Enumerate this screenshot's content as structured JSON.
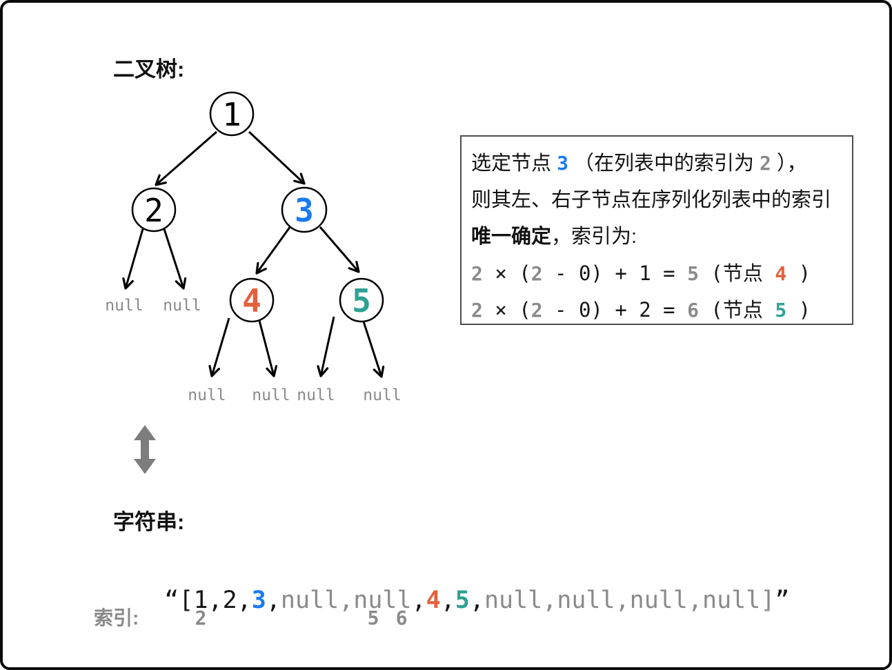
{
  "palette": {
    "node_blue": "#1a7af0",
    "node_orange": "#e2603c",
    "node_teal": "#2fa192",
    "muted_gray": "#8a8a8a",
    "arrow_gray": "#7d7d7d",
    "line_black": "#000000"
  },
  "tree": {
    "title": "二叉树:",
    "null_label": "null",
    "nodes": [
      {
        "value": "1",
        "color": "#000000"
      },
      {
        "value": "2",
        "color": "#000000"
      },
      {
        "value": "3",
        "color": "#1a7af0"
      },
      {
        "value": "4",
        "color": "#e2603c"
      },
      {
        "value": "5",
        "color": "#2fa192"
      }
    ]
  },
  "info_box": {
    "line1_pre": "选定节点 ",
    "line1_num1": "3",
    "line1_mid": " （在列表中的索引为 ",
    "line1_num2": "2",
    "line1_post": " ），",
    "line2": "则其左、右子节点在序列化列表中的索引",
    "line3_bold": "唯一确定",
    "line3_rest": "，索引为:",
    "formula1": {
      "n1": "2",
      "op1": " × (",
      "n2": "2",
      "op2": " - 0) + 1 = ",
      "result": "5",
      "label_pre": " (节点 ",
      "node": "4",
      "label_post": " )"
    },
    "formula2": {
      "n1": "2",
      "op1": " × (",
      "n2": "2",
      "op2": " - 0) + 2 = ",
      "result": "6",
      "label_pre": " (节点 ",
      "node": "5",
      "label_post": " )"
    }
  },
  "string_section": {
    "label": "字符串:",
    "tokens": {
      "t0": "“[1,2,",
      "t1": "3",
      "t2": ",",
      "t3": "null,null",
      "t4": ",",
      "t5": "4",
      "t6": ",",
      "t7": "5",
      "t8": ",",
      "t9": "null,null,null,null",
      "t10": "]",
      "t11": "”"
    }
  },
  "index_row": {
    "label": "索引:",
    "markers": [
      "2",
      "5",
      "6"
    ]
  }
}
